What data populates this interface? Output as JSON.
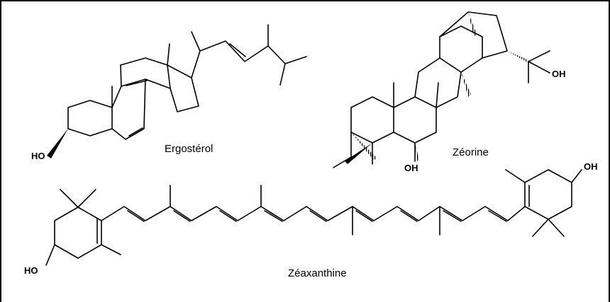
{
  "molecules": {
    "ergosterol": {
      "name": "Ergostérol",
      "hydroxyl": "HO"
    },
    "zeorine": {
      "name": "Zéorine",
      "hydroxyl_ring": "OH",
      "hydroxyl_side": "OH"
    },
    "zeaxanthine": {
      "name": "Zéaxanthine",
      "hydroxyl_left": "HO",
      "hydroxyl_right": "OH"
    }
  },
  "colors": {
    "ink": "#000000",
    "background": "#ffffff"
  }
}
